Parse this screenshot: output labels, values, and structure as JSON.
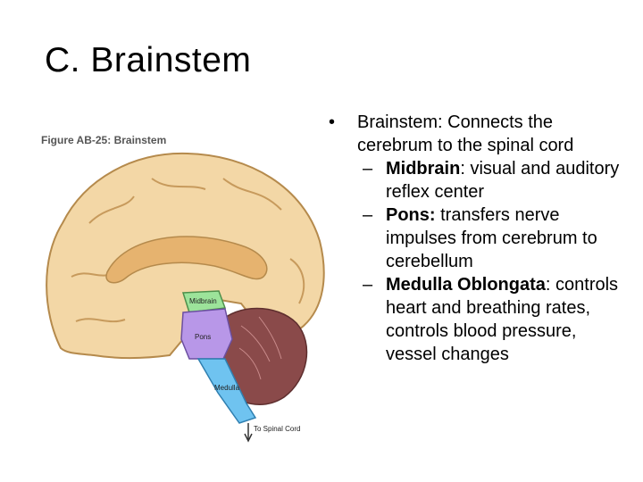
{
  "slide": {
    "title": "C. Brainstem"
  },
  "figure": {
    "caption": "Figure AB-25: Brainstem",
    "labels": {
      "midbrain": "Midbrain",
      "pons": "Pons",
      "medulla": "Medulla",
      "spinal_cord": "To Spinal Cord"
    },
    "colors": {
      "cortex": "#f3d7a6",
      "cortex_outline": "#b58a4c",
      "corpus_callosum": "#e6b36f",
      "midbrain": "#9ce39a",
      "pons": "#b897e8",
      "medulla": "#6fc3f0",
      "cerebellum": "#8a4a4a"
    }
  },
  "bullets": {
    "main": {
      "marker": "•",
      "term": "Brainstem",
      "text": ": Connects the cerebrum to the spinal cord"
    },
    "sub": [
      {
        "marker": "–",
        "term": "Midbrain",
        "text": ": visual and auditory reflex center"
      },
      {
        "marker": "–",
        "term": "Pons:",
        "text": " transfers nerve impulses from cerebrum to cerebellum"
      },
      {
        "marker": "–",
        "term": "Medulla Oblongata",
        "text": ": controls heart and breathing rates, controls blood pressure, vessel changes"
      }
    ]
  }
}
